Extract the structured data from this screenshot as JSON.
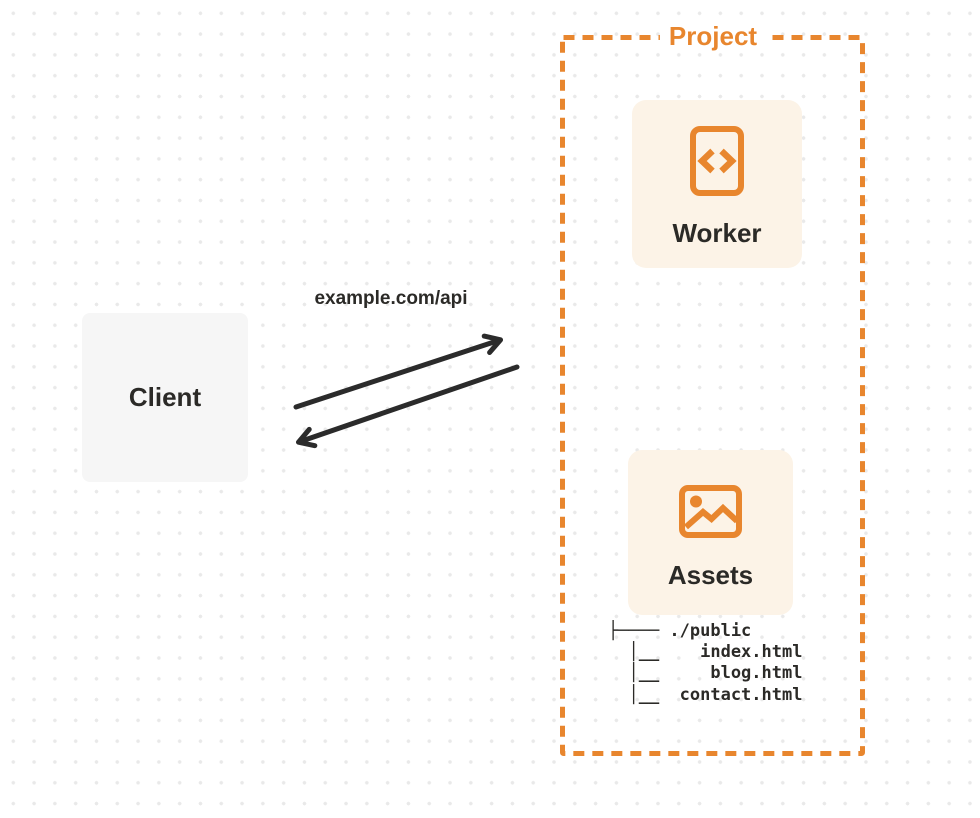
{
  "colors": {
    "accent": "#E8862E",
    "card_bg": "#FCF3E7",
    "client_bg": "#F6F6F6",
    "ink": "#2B2A27",
    "arrow": "#2B2B2B",
    "dot": "#E9E9E9"
  },
  "client": {
    "label": "Client"
  },
  "request": {
    "url_label": "example.com/api"
  },
  "project": {
    "title": "Project",
    "worker": {
      "label": "Worker",
      "icon": "code-file-icon"
    },
    "assets": {
      "label": "Assets",
      "icon": "image-icon",
      "tree": [
        "├──── ./public",
        "  │__    index.html",
        "  │__     blog.html",
        "  │__  contact.html"
      ]
    }
  }
}
